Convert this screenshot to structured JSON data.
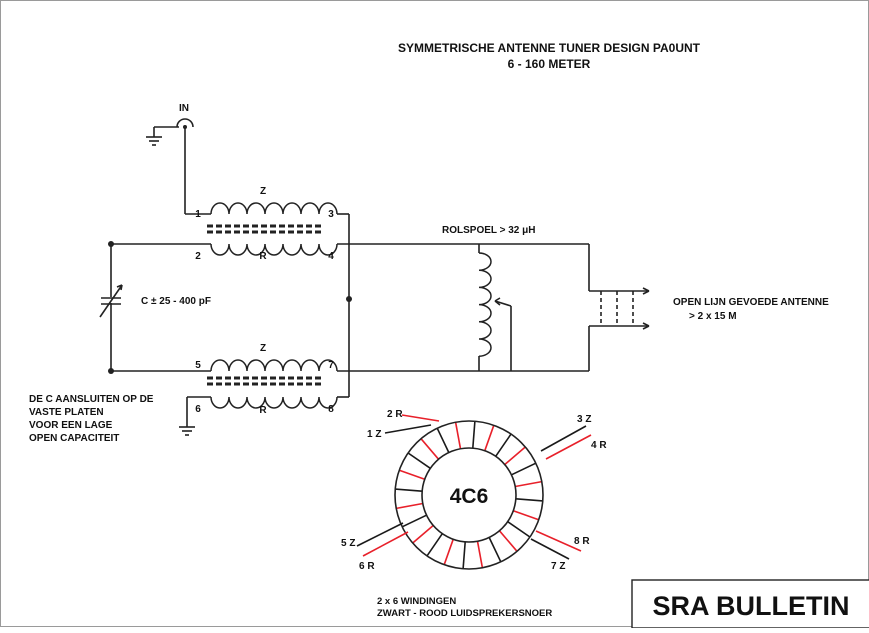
{
  "title": {
    "line1": "SYMMETRISCHE ANTENNE TUNER DESIGN PA0UNT",
    "line2": "6 - 160 METER"
  },
  "input": {
    "label": "IN"
  },
  "transformer_top": {
    "winding_z_label": "Z",
    "winding_r_label": "R",
    "pins": [
      "1",
      "2",
      "3",
      "4"
    ]
  },
  "transformer_bottom": {
    "winding_z_label": "Z",
    "winding_r_label": "R",
    "pins": [
      "5",
      "6",
      "7",
      "8"
    ]
  },
  "capacitor": {
    "label": "C ± 25 - 400 pF"
  },
  "roller_coil": {
    "label": "ROLSPOEL > 32 μH"
  },
  "antenna": {
    "line1": "OPEN LIJN GEVOEDE ANTENNE",
    "line2": "> 2 x 15 M"
  },
  "note": {
    "lines": [
      "DE C AANSLUITEN OP DE",
      "VASTE PLATEN",
      "VOOR EEN LAGE",
      "OPEN CAPACITEIT"
    ]
  },
  "toroid": {
    "core_label": "4C6",
    "leads": {
      "two_r": "2 R",
      "one_z": "1 Z",
      "three_z": "3 Z",
      "four_r": "4 R",
      "five_z": "5 Z",
      "six_r": "6 R",
      "eight_r": "8 R",
      "seven_z": "7 Z"
    },
    "winding_colors": {
      "black": "#1a1a1a",
      "red": "#e8202a"
    }
  },
  "winding_note": {
    "line1": "2 x 6 WINDINGEN",
    "line2": "ZWART - ROOD LUIDSPREKERSNOER"
  },
  "badge": {
    "text": "SRA BULLETIN"
  }
}
